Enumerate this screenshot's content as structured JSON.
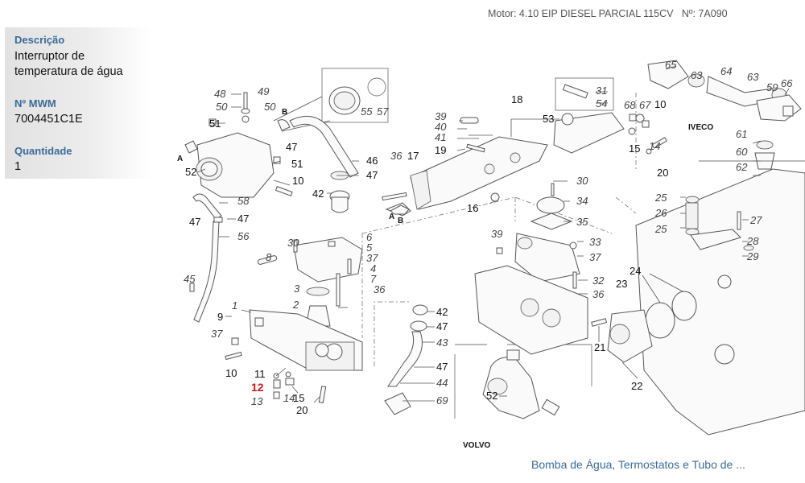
{
  "header": {
    "motor_label": "Motor:",
    "motor_value": "4.10 EIP DIESEL PARCIAL 115CV",
    "number_label": "Nº:",
    "number_value": "7A090"
  },
  "info_panel": {
    "description_label": "Descrição",
    "description_line1": "Interruptor de",
    "description_line2": "temperatura de água",
    "mwm_label": "Nº MWM",
    "mwm_value": "7004451C1E",
    "quantity_label": "Quantidade",
    "quantity_value": "1"
  },
  "diagram": {
    "highlighted_part": "12",
    "brands": {
      "iveco": "IVECO",
      "volvo": "VOLVO"
    },
    "arrow_marks": {
      "a": "A",
      "b": "B"
    },
    "labels": {
      "p48": "48",
      "p49": "49",
      "p50a": "50",
      "p50b": "50",
      "p51a": "51",
      "p51b": "51",
      "p52a": "52",
      "p10a": "10",
      "p47a": "47",
      "p46": "46",
      "p47b": "47",
      "p42a": "42",
      "p55": "55",
      "p57": "57",
      "p58": "58",
      "p47c": "47",
      "p47d": "47",
      "p56": "56",
      "p45": "45",
      "p36a": "36",
      "p17": "17",
      "p18": "18",
      "p39a": "39",
      "p40": "40",
      "p41": "41",
      "p19": "19",
      "p16": "16",
      "p53": "53",
      "p31": "31",
      "p54": "54",
      "p30a": "30",
      "p34": "34",
      "p35": "35",
      "p39b": "39",
      "p33": "33",
      "p37a": "37",
      "p32": "32",
      "p36b": "36",
      "p65": "65",
      "p63a": "63",
      "p64": "64",
      "p63b": "63",
      "p59": "59",
      "p66": "66",
      "p68": "68",
      "p67": "67",
      "p10b": "10",
      "p15a": "15",
      "p14a": "14",
      "p20a": "20",
      "p61": "61",
      "p60": "60",
      "p62": "62",
      "p6": "6",
      "p30b": "30",
      "p5": "5",
      "p37b": "37",
      "p8": "8",
      "p4": "4",
      "p7": "7",
      "p3": "3",
      "p36c": "36",
      "p2": "2",
      "p1": "1",
      "p9": "9",
      "p37c": "37",
      "p10c": "10",
      "p11": "11",
      "p12": "12",
      "p13": "13",
      "p14b": "14",
      "p15b": "15",
      "p20b": "20",
      "p42b": "42",
      "p47e": "47",
      "p43": "43",
      "p47f": "47",
      "p44": "44",
      "p69": "69",
      "p52b": "52",
      "p25a": "25",
      "p26": "26",
      "p25b": "25",
      "p27": "27",
      "p28": "28",
      "p29": "29",
      "p24": "24",
      "p23": "23",
      "p21": "21",
      "p22": "22"
    }
  },
  "footer": {
    "link_text": "Bomba de Água, Termostatos e Tubo de ..."
  },
  "colors": {
    "label_blue": "#3a6a9a",
    "highlight_red": "#d01818"
  }
}
